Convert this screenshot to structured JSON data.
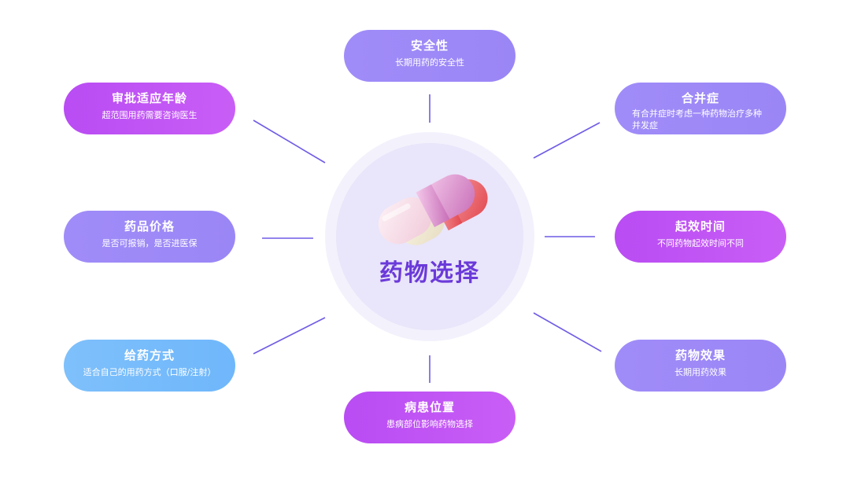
{
  "center": {
    "title": "药物选择",
    "icon": "capsule-pill-icon"
  },
  "nodes": {
    "top": {
      "title": "安全性",
      "desc": "长期用药的安全性"
    },
    "top_left": {
      "title": "审批适应年龄",
      "desc": "超范围用药需要咨询医生"
    },
    "top_right": {
      "title": "合并症",
      "desc": "有合并症时考虑一种药物治疗多种并发症"
    },
    "mid_left": {
      "title": "药品价格",
      "desc": "是否可报销，是否进医保"
    },
    "mid_right": {
      "title": "起效时间",
      "desc": "不同药物起效时间不同"
    },
    "bottom_left": {
      "title": "给药方式",
      "desc": "适合自己的用药方式（口服/注射）"
    },
    "bottom_right": {
      "title": "药物效果",
      "desc": "长期用药效果"
    },
    "bottom": {
      "title": "病患位置",
      "desc": "患病部位影响药物选择"
    }
  },
  "colors": {
    "magenta": "#c056f5",
    "violet": "#9f8bf8",
    "blue": "#77bcfb",
    "connector": "#6f5ce6",
    "center_text": "#6b3ad9"
  }
}
